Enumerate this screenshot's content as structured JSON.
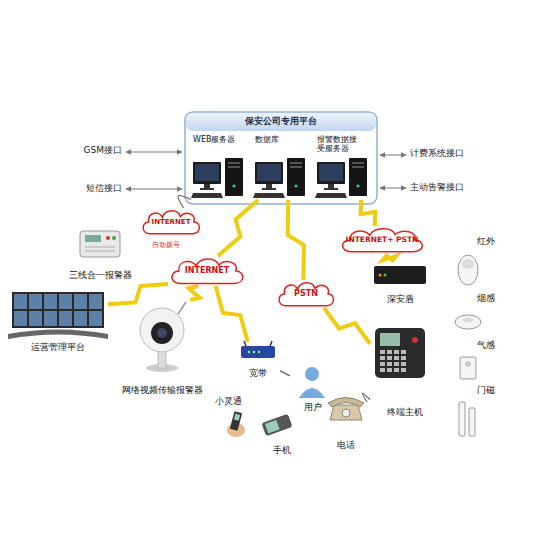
{
  "diagram": {
    "nodes": [
      {
        "text": [
          "保安公司专用平台"
        ]
      },
      {
        "text": [
          "WEB服务器"
        ],
        "in": 0
      },
      {
        "text": [
          "数据库"
        ],
        "in": 0
      },
      {
        "text": [
          "报警数据接受服务器"
        ],
        "in": 0
      },
      {
        "text": [
          "INTERNET"
        ]
      },
      {
        "text": [
          "三线合一报警器"
        ]
      },
      {
        "text": [
          "INTERNET+ PSTN"
        ]
      },
      {
        "text": [
          "INTERNET"
        ]
      },
      {
        "text": [
          "PSTN"
        ]
      },
      {
        "text": [
          "深安盾"
        ]
      },
      {
        "text": [
          "红外"
        ]
      },
      {
        "text": [
          "运营管理平台"
        ]
      },
      {
        "text": [
          "烟感"
        ]
      },
      {
        "text": [
          "气感"
        ]
      },
      {
        "text": [
          "网络视频传输报警器"
        ]
      },
      {
        "text": [
          "宽带"
        ]
      },
      {
        "text": [
          "终端主机"
        ]
      },
      {
        "text": [
          "小灵通"
        ]
      },
      {
        "text": [
          "用户"
        ]
      },
      {
        "text": [
          "门磁"
        ]
      },
      {
        "text": [
          "电话"
        ]
      },
      {
        "text": [
          "手机"
        ]
      }
    ],
    "edges": [
      {
        "from": 1,
        "to": 4,
        "arrow": "none"
      },
      {
        "from": 4,
        "to": 5,
        "label": "自动拨号",
        "arrow": "none"
      },
      {
        "from": 2,
        "to": 7,
        "arrow": "none"
      },
      {
        "from": 2,
        "to": 8,
        "arrow": "none"
      },
      {
        "from": 3,
        "to": 6,
        "arrow": "none"
      },
      {
        "from": 6,
        "to": 9,
        "arrow": "none"
      },
      {
        "from": 7,
        "to": 11,
        "arrow": "none"
      },
      {
        "from": 7,
        "to": 14,
        "arrow": "none"
      },
      {
        "from": 7,
        "to": 15,
        "arrow": "none"
      },
      {
        "from": 8,
        "to": 16,
        "arrow": "none"
      },
      {
        "from": 15,
        "to": 18,
        "arrow": "none"
      },
      {
        "from": 16,
        "to": 20,
        "arrow": "none"
      }
    ],
    "labels": [
      "GSM接口",
      "短信接口",
      "计费系统接口",
      "主动告警接口"
    ]
  }
}
